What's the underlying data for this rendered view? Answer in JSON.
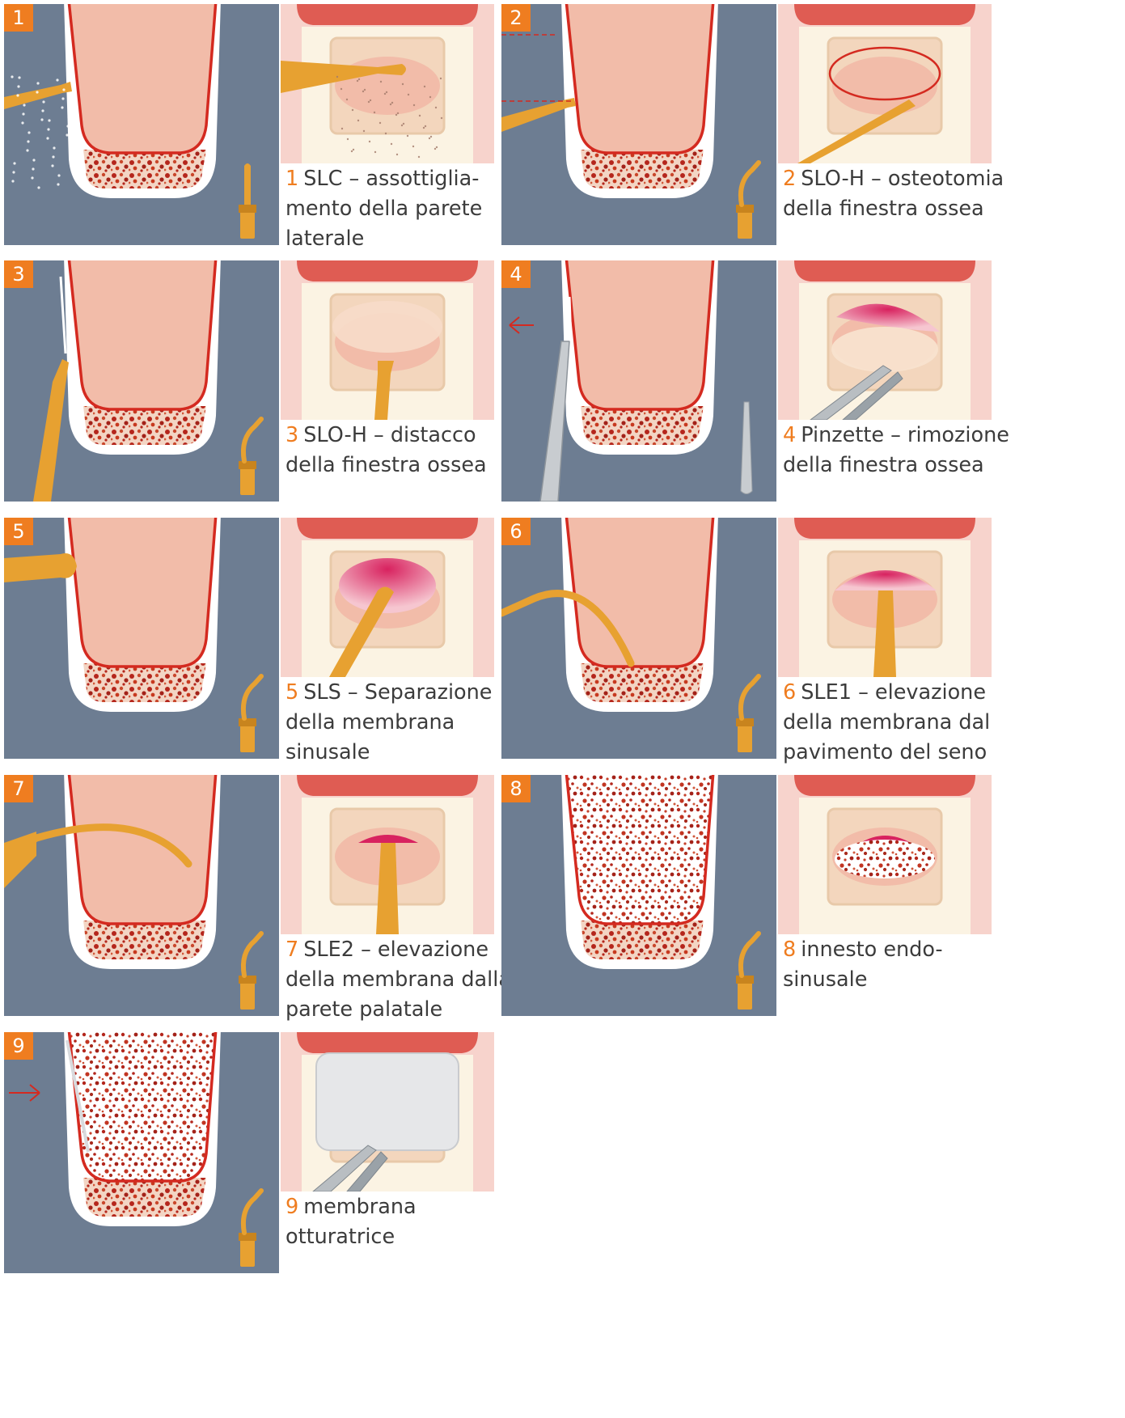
{
  "colors": {
    "background_slate": "#6d7d92",
    "sinus_pink": "#f2bca9",
    "cortex_red": "#d42a20",
    "bone_white": "#ffffff",
    "instrument_gold": "#e7a131",
    "accent_orange": "#ef7d20",
    "gum_pink": "#f7d3cc",
    "membrane_magenta": "#d8225f"
  },
  "steps": [
    {
      "number": "1",
      "caption": [
        "SLC – assottiglia-",
        "mento della parete",
        "laterale"
      ]
    },
    {
      "number": "2",
      "caption": [
        "SLO-H – osteotomia",
        "della finestra ossea"
      ]
    },
    {
      "number": "3",
      "caption": [
        "SLO-H – distacco",
        "della finestra ossea"
      ]
    },
    {
      "number": "4",
      "caption": [
        "Pinzette – rimozione",
        "della finestra ossea"
      ]
    },
    {
      "number": "5",
      "caption": [
        "SLS – Separazione",
        "della membrana",
        "sinusale"
      ]
    },
    {
      "number": "6",
      "caption": [
        "SLE1 – elevazione",
        "della membrana dal",
        "pavimento del seno"
      ]
    },
    {
      "number": "7",
      "caption": [
        "SLE2 – elevazione",
        "della membrana dalla",
        "parete palatale"
      ]
    },
    {
      "number": "8",
      "caption": [
        "innesto endo-",
        "sinusale"
      ]
    },
    {
      "number": "9",
      "caption": [
        "membrana",
        "otturatrice"
      ]
    }
  ]
}
